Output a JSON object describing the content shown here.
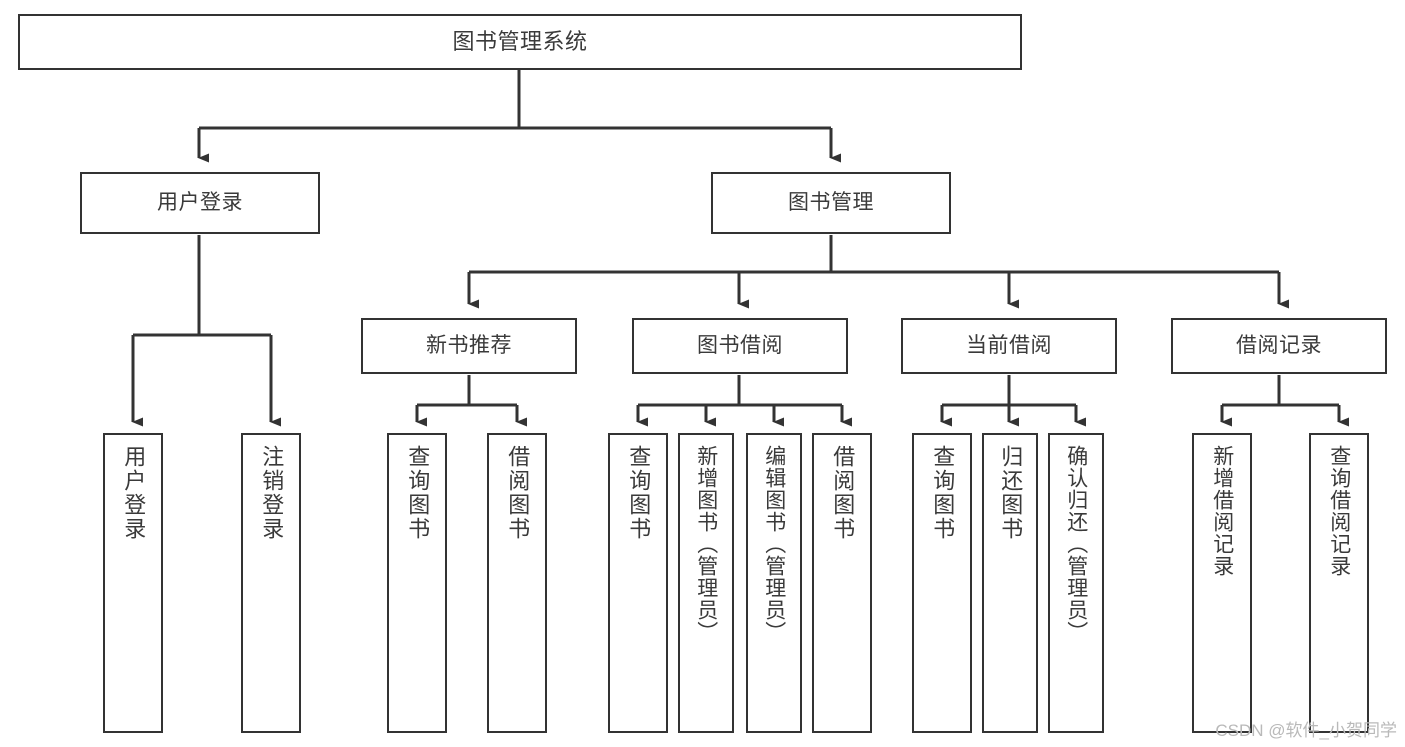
{
  "diagram": {
    "title": "图书管理系统",
    "type": "tree-hierarchy",
    "orientation": "top-down",
    "watermark": "CSDN @软件_小贺同学",
    "style": {
      "box_border_color": "#333333",
      "box_fill_color": "#ffffff",
      "edge_color": "#333333",
      "text_color": "#3a3a3a",
      "background_color": "#ffffff",
      "watermark_color": "#b9b9b9"
    }
  },
  "nodes": {
    "root": {
      "id": "root",
      "label": "图书管理系统",
      "level": 0,
      "orientation": "horizontal"
    },
    "level1": [
      {
        "id": "user-login",
        "label": "用户登录",
        "level": 1,
        "orientation": "horizontal",
        "parent": "root"
      },
      {
        "id": "book-manage",
        "label": "图书管理",
        "level": 1,
        "orientation": "horizontal",
        "parent": "root"
      }
    ],
    "level2": [
      {
        "id": "new-book-recommend",
        "label": "新书推荐",
        "level": 2,
        "orientation": "horizontal",
        "parent": "book-manage"
      },
      {
        "id": "book-borrow",
        "label": "图书借阅",
        "level": 2,
        "orientation": "horizontal",
        "parent": "book-manage"
      },
      {
        "id": "current-borrow",
        "label": "当前借阅",
        "level": 2,
        "orientation": "horizontal",
        "parent": "book-manage"
      },
      {
        "id": "borrow-record",
        "label": "借阅记录",
        "level": 2,
        "orientation": "horizontal",
        "parent": "book-manage"
      }
    ],
    "leaves": [
      {
        "id": "leaf-user-login",
        "label": "用户登录",
        "orientation": "vertical",
        "parent": "user-login"
      },
      {
        "id": "leaf-logout-login",
        "label": "注销登录",
        "orientation": "vertical",
        "parent": "user-login"
      },
      {
        "id": "leaf-query-book-1",
        "label": "查询图书",
        "orientation": "vertical",
        "parent": "new-book-recommend"
      },
      {
        "id": "leaf-borrow-book-1",
        "label": "借阅图书",
        "orientation": "vertical",
        "parent": "new-book-recommend"
      },
      {
        "id": "leaf-query-book-2",
        "label": "查询图书",
        "orientation": "vertical",
        "parent": "book-borrow"
      },
      {
        "id": "leaf-add-book-admin",
        "label": "新增图书（管理员）",
        "orientation": "vertical",
        "parent": "book-borrow"
      },
      {
        "id": "leaf-edit-book-admin",
        "label": "编辑图书（管理员）",
        "orientation": "vertical",
        "parent": "book-borrow"
      },
      {
        "id": "leaf-borrow-book-2",
        "label": "借阅图书",
        "orientation": "vertical",
        "parent": "book-borrow"
      },
      {
        "id": "leaf-query-book-3",
        "label": "查询图书",
        "orientation": "vertical",
        "parent": "current-borrow"
      },
      {
        "id": "leaf-return-book",
        "label": "归还图书",
        "orientation": "vertical",
        "parent": "current-borrow"
      },
      {
        "id": "leaf-confirm-return-admin",
        "label": "确认归还（管理员）",
        "orientation": "vertical",
        "parent": "current-borrow"
      },
      {
        "id": "leaf-add-borrow-record",
        "label": "新增借阅记录",
        "orientation": "vertical",
        "parent": "borrow-record"
      },
      {
        "id": "leaf-query-borrow-record",
        "label": "查询借阅记录",
        "orientation": "vertical",
        "parent": "borrow-record"
      }
    ]
  }
}
